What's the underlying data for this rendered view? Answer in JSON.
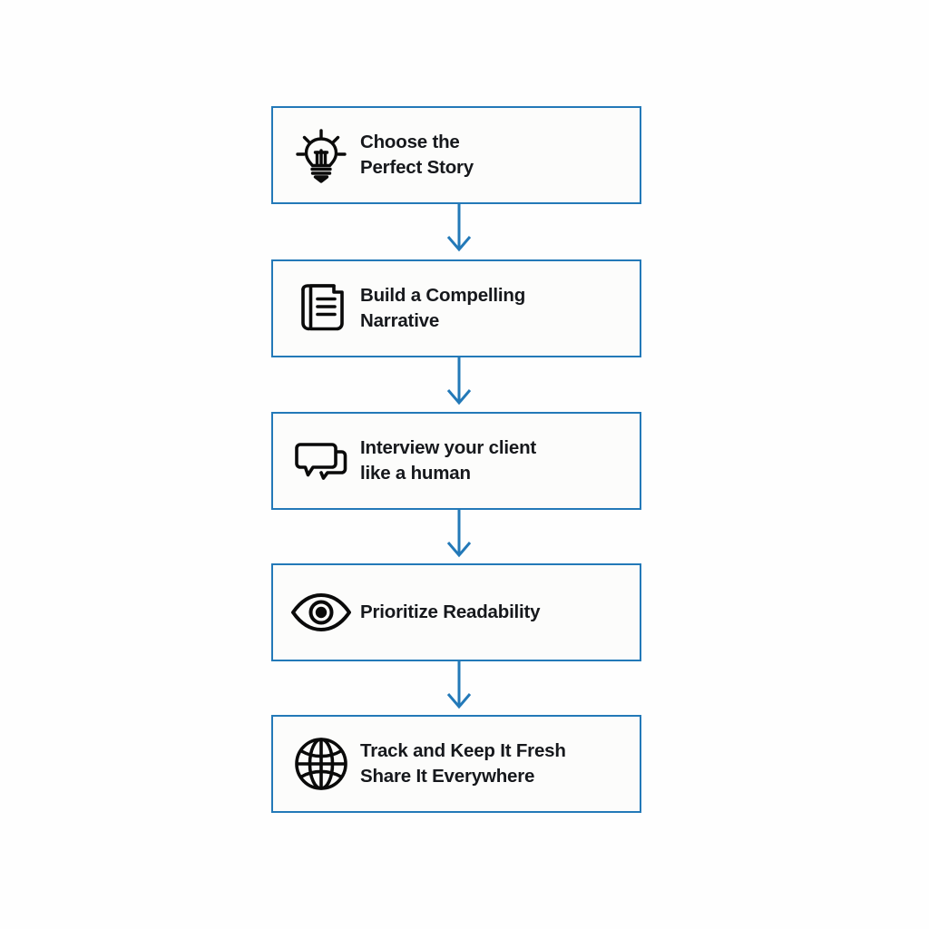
{
  "diagram": {
    "type": "vertical-flowchart",
    "background_color": "#fefefe",
    "box_fill_color": "#fcfcfb",
    "box_border_color": "#2379b8",
    "text_color": "#16181c",
    "connector_color": "#2379b8",
    "steps": [
      {
        "order": 1,
        "icon": "lightbulb-icon",
        "label": "Choose the\nPerfect Story"
      },
      {
        "order": 2,
        "icon": "newspaper-document-icon",
        "label": "Build a Compelling\nNarrative"
      },
      {
        "order": 3,
        "icon": "chat-bubbles-icon",
        "label": "Interview your client\nlike a human"
      },
      {
        "order": 4,
        "icon": "eye-icon",
        "label": "Prioritize Readability"
      },
      {
        "order": 5,
        "icon": "globe-icon",
        "label": "Track and Keep It Fresh\nShare It Everywhere"
      }
    ],
    "connectors": [
      {
        "from": 1,
        "to": 2,
        "style": "down-arrow"
      },
      {
        "from": 2,
        "to": 3,
        "style": "down-arrow"
      },
      {
        "from": 3,
        "to": 4,
        "style": "down-arrow"
      },
      {
        "from": 4,
        "to": 5,
        "style": "down-arrow"
      }
    ]
  }
}
